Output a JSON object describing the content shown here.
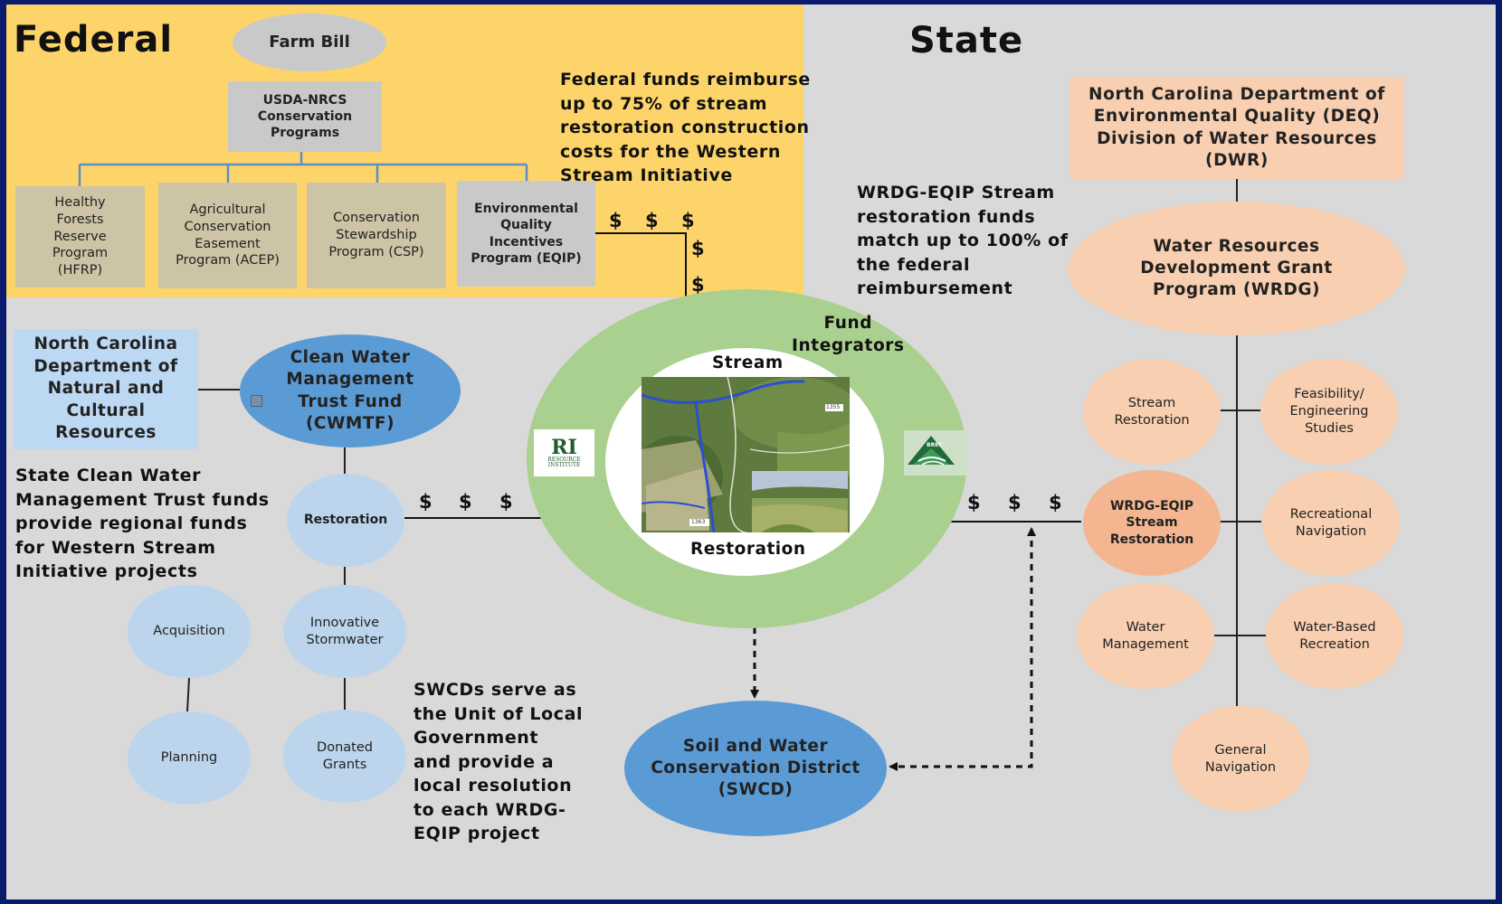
{
  "federal": {
    "heading": "Federal",
    "farm_bill": "Farm Bill",
    "usda": "USDA-NRCS\nConservation\nPrograms",
    "programs": [
      "Healthy\nForests\nReserve\nProgram\n(HFRP)",
      "Agricultural\nConservation\nEasement\nProgram (ACEP)",
      "Conservation\nStewardship\nProgram (CSP)",
      "Environmental\nQuality\nIncentives\nProgram (EQIP)"
    ],
    "note": "Federal funds reimburse\nup to 75% of stream\nrestoration construction\ncosts for the Western\nStream Initiative"
  },
  "state": {
    "heading": "State",
    "ncdeq": "North Carolina Department of\nEnvironmental Quality (DEQ)\nDivision of Water Resources\n(DWR)",
    "wrdg": "Water Resources\nDevelopment Grant\nProgram (WRDG)",
    "wrdg_note": "WRDG-EQIP Stream\nrestoration funds\nmatch up to 100% of\nthe federal\nreimbursement",
    "circles": {
      "stream_restoration": "Stream\nRestoration",
      "feasibility": "Feasibility/\nEngineering\nStudies",
      "wrdg_eqip": "WRDG-EQIP\nStream\nRestoration",
      "recreational_navigation": "Recreational\nNavigation",
      "water_management": "Water\nManagement",
      "water_based_recreation": "Water-Based\nRecreation",
      "general_navigation": "General\nNavigation"
    }
  },
  "nc_dncr": "North Carolina\nDepartment of\nNatural and\nCultural\nResources",
  "cwmtf": "Clean Water\nManagement\nTrust Fund\n(CWMTF)",
  "cwmtf_note": "State Clean Water\nManagement Trust funds\nprovide regional funds\nfor Western Stream\nInitiative projects",
  "cwmtf_circles": {
    "restoration": "Restoration",
    "acquisition": "Acquisition",
    "innovative_stormwater": "Innovative\nStormwater",
    "planning": "Planning",
    "donated_grants": "Donated\nGrants"
  },
  "center": {
    "fund_integrators": "Fund\nIntegrators",
    "stream": "Stream",
    "restoration": "Restoration",
    "logo_ri_mark": "RI",
    "logo_ri_text": "RESOURCE\nINSTITUTE",
    "logo_brec_text": "BREC",
    "map_label_top": "1355",
    "map_label_bottom": "1363"
  },
  "swcd": "Soil and Water\nConservation District\n(SWCD)",
  "swcd_note": "SWCDs serve as\nthe Unit of Local\nGovernment\nand provide a\nlocal resolution\nto each WRDG-\nEQIP project",
  "dollar": "$",
  "colors": {
    "federal_bg": "#fdd46a",
    "state_bg": "#d9d9d9",
    "frame": "#0a1b6e",
    "program_box": "#cdc4a6",
    "usda_box": "#c9c9c9",
    "nc_box": "#bcd8f2",
    "blue_ellipse": "#5b9bd5",
    "light_blue_circle": "#bcd5ec",
    "peach": "#f8cfb0",
    "peach_ring": "#f3b690",
    "green_ring": "#a9d08e",
    "connector": "#5d8fc6"
  }
}
